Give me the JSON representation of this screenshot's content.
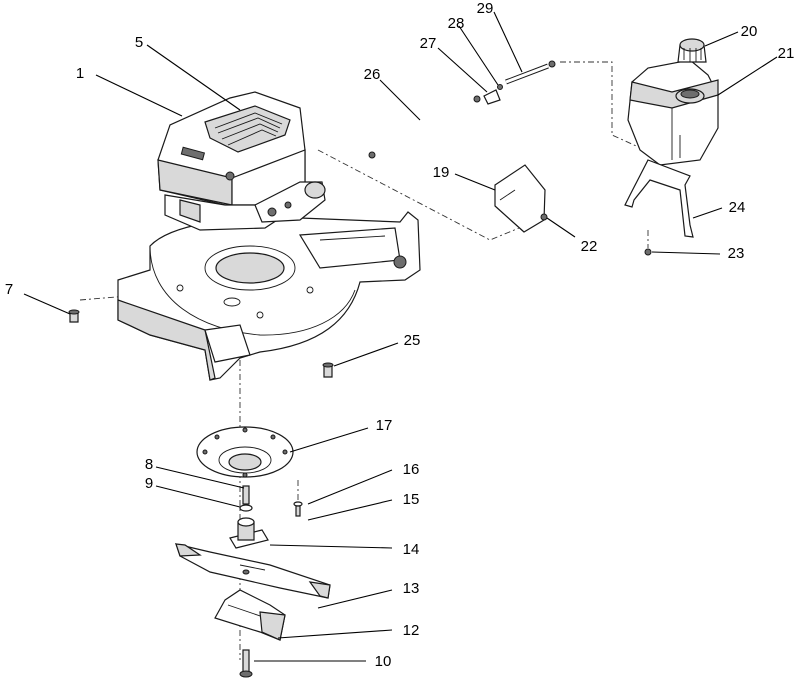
{
  "callouts": [
    {
      "id": "c1",
      "label": "1"
    },
    {
      "id": "c5",
      "label": "5"
    },
    {
      "id": "c7",
      "label": "7"
    },
    {
      "id": "c8",
      "label": "8"
    },
    {
      "id": "c9",
      "label": "9"
    },
    {
      "id": "c10",
      "label": "10"
    },
    {
      "id": "c12",
      "label": "12"
    },
    {
      "id": "c13",
      "label": "13"
    },
    {
      "id": "c14",
      "label": "14"
    },
    {
      "id": "c15",
      "label": "15"
    },
    {
      "id": "c16",
      "label": "16"
    },
    {
      "id": "c17",
      "label": "17"
    },
    {
      "id": "c19",
      "label": "19"
    },
    {
      "id": "c20",
      "label": "20"
    },
    {
      "id": "c21",
      "label": "21"
    },
    {
      "id": "c22",
      "label": "22"
    },
    {
      "id": "c23",
      "label": "23"
    },
    {
      "id": "c24",
      "label": "24"
    },
    {
      "id": "c25",
      "label": "25"
    },
    {
      "id": "c26",
      "label": "26"
    },
    {
      "id": "c27",
      "label": "27"
    },
    {
      "id": "c28",
      "label": "28"
    },
    {
      "id": "c29",
      "label": "29"
    }
  ]
}
